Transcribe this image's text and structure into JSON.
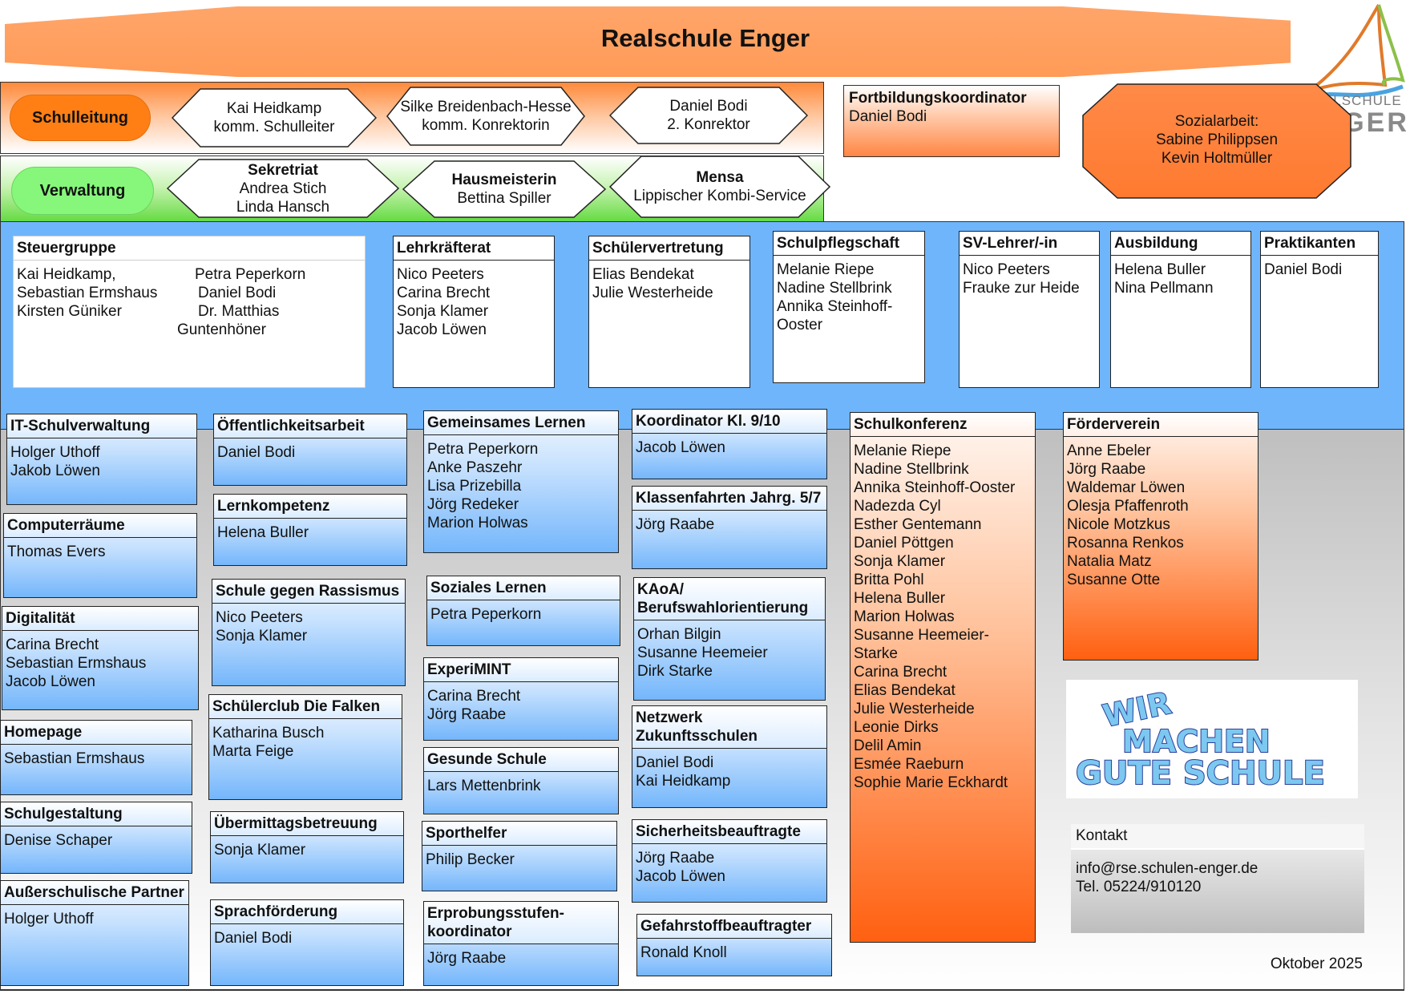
{
  "title": "Realschule Enger",
  "logo": {
    "line1": "REALSCHULE",
    "line2": "ENGER",
    "icon": "sailboat-logo-icon"
  },
  "schulleitung": {
    "label": "Schulleitung",
    "members": [
      {
        "name": "Kai Heidkamp",
        "role": "komm. Schulleiter"
      },
      {
        "name": "Silke Breidenbach-Hesse",
        "role": "komm.  Konrektorin"
      },
      {
        "name": "Daniel Bodi",
        "role": "2. Konrektor"
      }
    ]
  },
  "verwaltung": {
    "label": "Verwaltung",
    "units": [
      {
        "title": "Sekretriat",
        "lines": [
          "Andrea Stich",
          "Linda Hansch"
        ]
      },
      {
        "title": "Hausmeisterin",
        "lines": [
          "Bettina Spiller"
        ]
      },
      {
        "title": "Mensa",
        "lines": [
          "Lippischer Kombi-Service"
        ]
      }
    ]
  },
  "fortbildung": {
    "title": "Fortbildungskoordinator",
    "name": "Daniel Bodi"
  },
  "sozialarbeit": {
    "title": "Sozialarbeit:",
    "names": [
      "Sabine Philippsen",
      "Kevin Holtmüller"
    ]
  },
  "steuergruppe": {
    "title": "Steuergruppe",
    "col1": [
      "Kai Heidkamp,",
      "Sebastian Ermshaus",
      "Kirsten Güniker"
    ],
    "col2": [
      "Petra  Peperkorn",
      "Daniel  Bodi",
      "Dr. Matthias",
      "Guntenhöner"
    ]
  },
  "gremien": [
    {
      "title": "Lehrkräfterat",
      "names": [
        "Nico Peeters",
        "Carina Brecht",
        "Sonja Klamer",
        "Jacob Löwen"
      ]
    },
    {
      "title": "Schülervertretung",
      "names": [
        "Elias Bendekat",
        "Julie Westerheide"
      ]
    },
    {
      "title": "Schulpflegschaft",
      "names": [
        "Melanie Riepe",
        "Nadine Stellbrink",
        "Annika Steinhoff-",
        "Ooster"
      ]
    },
    {
      "title": "SV-Lehrer/-in",
      "names": [
        "Nico Peeters",
        "Frauke zur Heide"
      ]
    },
    {
      "title": "Ausbildung",
      "names": [
        "Helena Buller",
        "Nina Pellmann"
      ]
    },
    {
      "title": "Praktikanten",
      "names": [
        "Daniel Bodi"
      ]
    }
  ],
  "col1": [
    {
      "title": "IT-Schulverwaltung",
      "names": [
        "Holger Uthoff",
        "Jakob Löwen"
      ]
    },
    {
      "title": "Computerräume",
      "names": [
        "Thomas Evers"
      ]
    },
    {
      "title": "Digitalität",
      "names": [
        "Carina Brecht",
        "Sebastian Ermshaus",
        "Jacob Löwen"
      ]
    },
    {
      "title": "Homepage",
      "names": [
        "Sebastian Ermshaus"
      ]
    },
    {
      "title": "Schulgestaltung",
      "names": [
        "Denise Schaper"
      ]
    },
    {
      "title": "Außerschulische Partner",
      "names": [
        "Holger Uthoff"
      ]
    }
  ],
  "col2": [
    {
      "title": "Öffentlichkeitsarbeit",
      "names": [
        "Daniel Bodi"
      ]
    },
    {
      "title": "Lernkompetenz",
      "names": [
        "Helena Buller"
      ]
    },
    {
      "title": "Schule gegen Rassismus",
      "names": [
        "Nico Peeters",
        "Sonja Klamer"
      ]
    },
    {
      "title": "Schülerclub Die Falken",
      "names": [
        "Katharina Busch",
        "Marta Feige"
      ]
    },
    {
      "title": "Übermittagsbetreuung",
      "names": [
        "Sonja Klamer"
      ]
    },
    {
      "title": "Sprachförderung",
      "names": [
        "Daniel Bodi"
      ]
    }
  ],
  "col3": [
    {
      "title": "Gemeinsames Lernen",
      "names": [
        "Petra Peperkorn",
        "Anke Paszehr",
        "Lisa Prizebilla",
        "Jörg Redeker",
        "Marion Holwas"
      ]
    },
    {
      "title": "Soziales Lernen",
      "names": [
        "Petra Peperkorn"
      ]
    },
    {
      "title": "ExperiMINT",
      "names": [
        "Carina Brecht",
        "Jörg Raabe"
      ]
    },
    {
      "title": "Gesunde Schule",
      "names": [
        "Lars Mettenbrink"
      ]
    },
    {
      "title": "Sporthelfer",
      "names": [
        "Philip Becker"
      ]
    },
    {
      "title": "Erprobungsstufen-koordinator",
      "names": [
        "Jörg Raabe"
      ]
    }
  ],
  "col4": [
    {
      "title": "Koordinator Kl. 9/10",
      "names": [
        "Jacob Löwen"
      ]
    },
    {
      "title": "Klassenfahrten Jahrg. 5/7",
      "names": [
        "Jörg Raabe"
      ]
    },
    {
      "title": "KAoA/ Berufswahlorientierung",
      "names": [
        "Orhan Bilgin",
        "Susanne Heemeier",
        "Dirk Starke"
      ]
    },
    {
      "title": "Netzwerk Zukunftsschulen",
      "names": [
        "Daniel Bodi",
        "Kai Heidkamp"
      ]
    },
    {
      "title": "Sicherheitsbeauftragte",
      "names": [
        "Jörg Raabe",
        "Jacob Löwen"
      ]
    },
    {
      "title": "Gefahrstoffbeauftragter",
      "names": [
        "Ronald Knoll"
      ]
    }
  ],
  "schulkonferenz": {
    "title": "Schulkonferenz",
    "names": [
      "Melanie Riepe",
      "Nadine Stellbrink",
      "Annika Steinhoff-Ooster",
      "Nadezda Cyl",
      "Esther Gentemann",
      "Daniel Pöttgen",
      "Sonja Klamer",
      "Britta Pohl",
      "Helena Buller",
      "Marion Holwas",
      "Susanne Heemeier-Starke",
      "Carina Brecht",
      "Elias Bendekat",
      "Julie Westerheide",
      "Leonie Dirks",
      "Delil Amin",
      "Esmée Raeburn",
      "Sophie Marie Eckhardt"
    ]
  },
  "foerderverein": {
    "title": "Förderverein",
    "names": [
      "Anne Ebeler",
      "Jörg Raabe",
      "Waldemar Löwen",
      "Olesja Pfaffenroth",
      "Nicole Motzkus",
      "Rosanna Renkos",
      "Natalia Matz",
      "Susanne Otte"
    ]
  },
  "slogan": {
    "lines": [
      "WIR",
      "MACHEN",
      "GUTE SCHULE"
    ]
  },
  "kontakt": {
    "title": "Kontakt",
    "email": "info@rse.schulen-enger.de",
    "phone": "Tel. 05224/910120"
  },
  "date": "Oktober 2025",
  "colors": {
    "orange": "#ff7f14",
    "green": "#86f77a",
    "blue": "#6fb5fb",
    "border": "#222222"
  }
}
